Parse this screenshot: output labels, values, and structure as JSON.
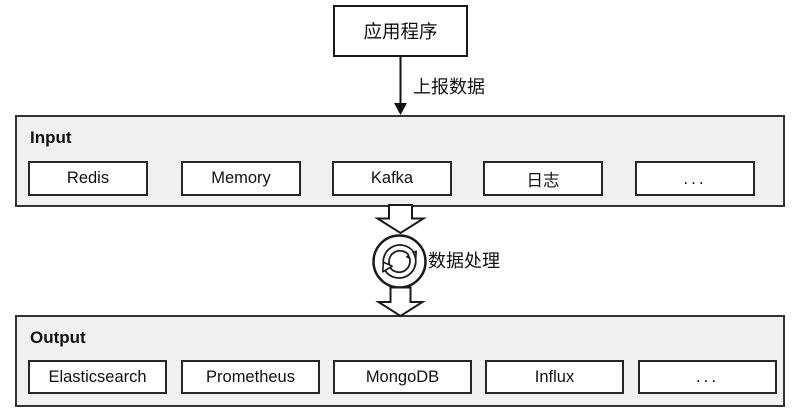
{
  "diagram": {
    "app": {
      "label": "应用程序"
    },
    "report_arrow": {
      "label": "上报数据"
    },
    "processing": {
      "label": "数据处理",
      "icon": "sync-icon"
    },
    "input": {
      "title": "Input",
      "boxes": [
        "Redis",
        "Memory",
        "Kafka",
        "日志",
        "..."
      ]
    },
    "output": {
      "title": "Output",
      "boxes": [
        "Elasticsearch",
        "Prometheus",
        "MongoDB",
        "Influx",
        "..."
      ]
    },
    "colors": {
      "band_background": "#f0f0f0",
      "band_border": "#333333",
      "node_background": "#ffffff",
      "node_border": "#262626",
      "line": "#111111",
      "text": "#111111"
    }
  }
}
